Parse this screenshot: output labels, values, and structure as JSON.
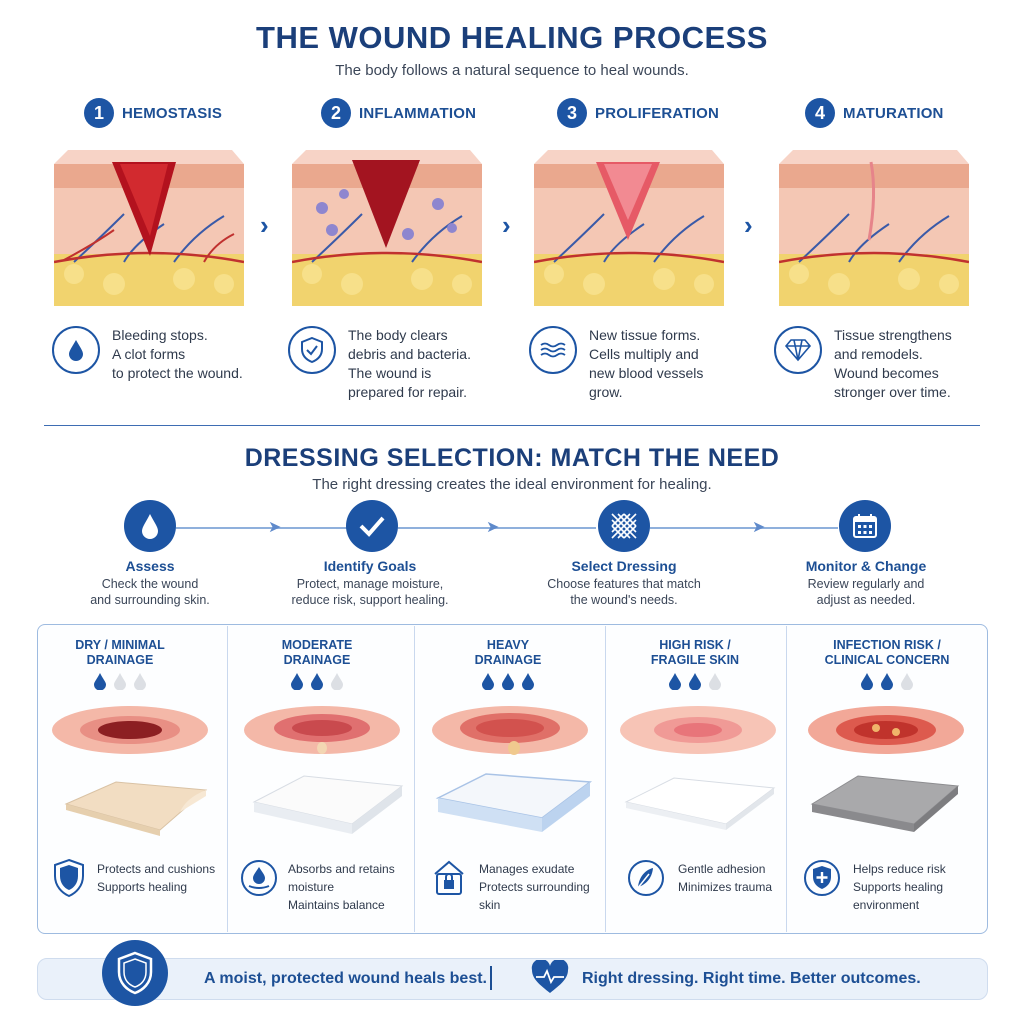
{
  "header": {
    "title": "THE WOUND HEALING PROCESS",
    "subtitle": "The body follows a natural sequence to heal wounds."
  },
  "stages": [
    {
      "number": "1",
      "name": "HEMOSTASIS",
      "icon": "drop-icon",
      "desc": [
        "Bleeding stops.",
        "A clot forms",
        "to protect the wound."
      ]
    },
    {
      "number": "2",
      "name": "INFLAMMATION",
      "icon": "shield-check-icon",
      "desc": [
        "The body clears",
        "debris and bacteria.",
        "The wound is",
        "prepared for repair."
      ]
    },
    {
      "number": "3",
      "name": "PROLIFERATION",
      "icon": "waves-icon",
      "desc": [
        "New tissue forms.",
        "Cells multiply and",
        "new blood vessels",
        "grow."
      ]
    },
    {
      "number": "4",
      "name": "MATURATION",
      "icon": "diamond-icon",
      "desc": [
        "Tissue strengthens",
        "and remodels.",
        "Wound becomes",
        "stronger over time."
      ]
    }
  ],
  "dressing": {
    "title": "DRESSING SELECTION: MATCH THE NEED",
    "subtitle": "The right dressing creates the ideal environment for healing."
  },
  "steps": [
    {
      "title": "Assess",
      "icon": "drop-icon",
      "desc": [
        "Check the wound",
        "and surrounding skin."
      ]
    },
    {
      "title": "Identify Goals",
      "icon": "checkmark-icon",
      "desc": [
        "Protect, manage moisture,",
        "reduce risk, support healing."
      ]
    },
    {
      "title": "Select Dressing",
      "icon": "mesh-icon",
      "desc": [
        "Choose features that match",
        "the wound's needs."
      ]
    },
    {
      "title": "Monitor & Change",
      "icon": "calendar-icon",
      "desc": [
        "Review regularly and",
        "adjust as needed."
      ]
    }
  ],
  "categories": [
    {
      "title": [
        "DRY / MINIMAL",
        "DRAINAGE"
      ],
      "drops_filled": 1,
      "icon": "shield-icon",
      "lines": [
        "Protects and cushions",
        "Supports healing"
      ]
    },
    {
      "title": [
        "MODERATE",
        "DRAINAGE"
      ],
      "drops_filled": 2,
      "icon": "drop-hand-icon",
      "lines": [
        "Absorbs and retains",
        "moisture",
        "Maintains balance"
      ]
    },
    {
      "title": [
        "HEAVY",
        "DRAINAGE"
      ],
      "drops_filled": 3,
      "icon": "lock-icon",
      "lines": [
        "Manages exudate",
        "Protects surrounding",
        "skin"
      ]
    },
    {
      "title": [
        "HIGH RISK /",
        "FRAGILE SKIN"
      ],
      "drops_filled": 2,
      "icon": "feather-icon",
      "lines": [
        "Gentle adhesion",
        "Minimizes trauma"
      ]
    },
    {
      "title": [
        "INFECTION RISK /",
        "CLINICAL CONCERN"
      ],
      "drops_filled": 2,
      "icon": "shield-plus-icon",
      "lines": [
        "Helps reduce risk",
        "Supports healing",
        "environment"
      ]
    }
  ],
  "footer": {
    "left": "A moist, protected wound heals best.",
    "right": "Right dressing. Right time. Better outcomes."
  },
  "colors": {
    "primary": "#1d55a4",
    "heading": "#1b3f7a",
    "blood": "#b3121e",
    "skin": "#f4c7b4"
  }
}
